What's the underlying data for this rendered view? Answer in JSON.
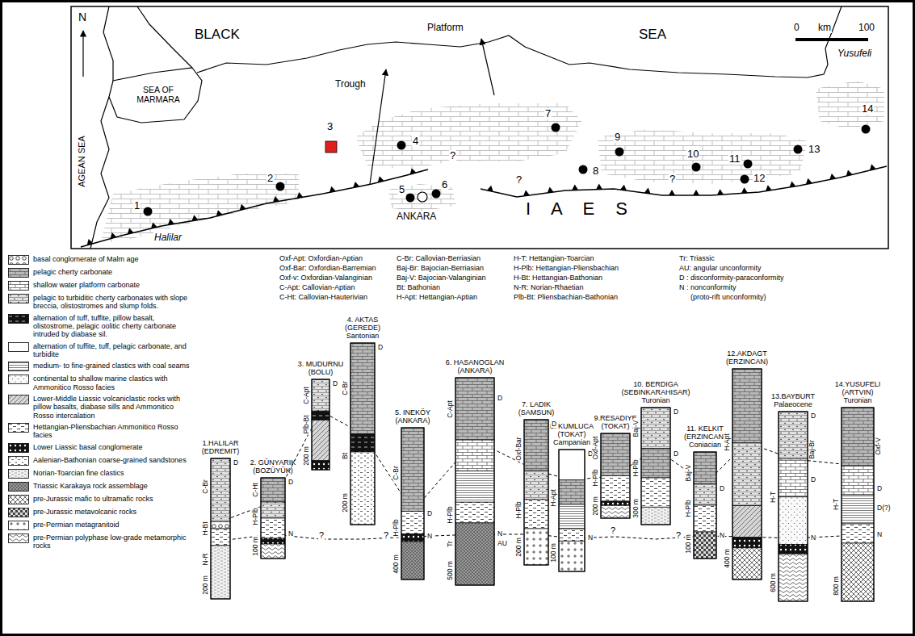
{
  "diagram": {
    "nodes": [
      {
        "text": [
          "1.HALILAR (EDREMIT)"
        ]
      },
      {
        "text": [
          "2. GÜNYARIK (BOZÜYÜK)"
        ]
      },
      {
        "text": [
          "3. MUDURNU (BOLU)"
        ]
      },
      {
        "text": [
          "4. AKTAS (GEREDE)",
          "Santonian"
        ]
      },
      {
        "text": [
          "5. INEKÖY (ANKARA)"
        ]
      },
      {
        "text": [
          "6. HASANOGLAN (ANKARA)"
        ]
      },
      {
        "text": [
          "7. LADIK (SAMSUN)"
        ]
      },
      {
        "text": [
          "8. KUMLUCA (TOKAT)",
          "Campanian"
        ]
      },
      {
        "text": [
          "9.RESADIYE (TOKAT)"
        ]
      },
      {
        "text": [
          "10. BERDIGA (SEBINKARAHISAR)",
          "Turonian"
        ]
      },
      {
        "text": [
          "11. KELKIT (ERZINCAN)",
          "Coniacian"
        ]
      },
      {
        "text": [
          "12.AKDAGT (ERZINCAN)"
        ]
      },
      {
        "text": [
          "13.BAYBURT",
          "Palaeocene"
        ]
      },
      {
        "text": [
          "14.YUSUFELI (ARTVIN)",
          "Turonian"
        ]
      }
    ],
    "labels": [
      "N",
      "BLACK",
      "SEA",
      "0",
      "km",
      "100",
      "SEA OF MARMARA",
      "AGEAN SEA",
      "Trough",
      "Platform",
      "1",
      "2",
      "3",
      "4",
      "5",
      "6",
      "7",
      "8",
      "9",
      "10",
      "11",
      "12",
      "13",
      "14",
      "ANKARA",
      "?",
      "?",
      "?",
      "I A E S",
      "Halilar",
      "Yusufeli",
      "Oxf-Apt: Oxfordian-Aptian",
      "Oxf-Bar: Oxfordian-Barremian",
      "Oxf-v: Oxfordian-Valanginian",
      "C-Apt: Callovian-Aptian",
      "C-Ht: Callovian-Hauterivian",
      "C-Br: Callovian-Berriasian",
      "Baj-Br: Bajocian-Berriasian",
      "Baj-V: Bajocian-Valanginian",
      "Bt: Bathonian",
      "H-Apt: Hettangian-Aptian",
      "H-T: Hettangian-Toarcian",
      "H-Plb: Hettangian-Pliensbachian",
      "H-Bt: Hettangian-Bathonian",
      "N-R: Norian-Rhaetian",
      "Plb-Bt: Pliensbachian-Bathonian",
      "Tr: Triassic",
      "AU: angular unconformity",
      "D : disconformity-paraconformity",
      "N : nonconformity",
      "(proto-rift unconformity)",
      "C-Br",
      "H-Bt",
      "N-R",
      "200 m",
      "D",
      "C-Ht",
      "H-Plb",
      "100 m",
      "D",
      "N",
      "C-Apt",
      "Plb-Bt",
      "200 m",
      "D",
      "C-Br",
      "Bt",
      "200 m",
      "D",
      "C-Br",
      "H-Plb",
      "400 m",
      "D",
      "N",
      "C-Apt",
      "H-Plb",
      "Tr",
      "500 m",
      "D",
      "N",
      "AU",
      "Oxf-Bar",
      "H-Plb",
      "200 m",
      "D",
      "H-Apt",
      "100 m",
      "D",
      "N",
      "Oxf-Apt",
      "H-Plb",
      "200 m",
      "Baj-V",
      "H-Plb",
      "300 m",
      "D",
      "D",
      "Baj-V",
      "H-Plb",
      "100 m",
      "D",
      "N",
      "H-Apt",
      "400 m",
      "Baj-Br",
      "H-T",
      "600 m",
      "D",
      "D",
      "N",
      "Oxf-V",
      "H-T",
      "800 m",
      "D",
      "D(?)",
      "N",
      "?",
      "?",
      "?",
      "?"
    ],
    "legend": [
      {
        "text": "basal conglomerate of Malm age"
      },
      {
        "text": "pelagic cherty carbonate"
      },
      {
        "text": "shallow water platform carbonate"
      },
      {
        "text": "pelagic to turbiditic cherty carbonates with slope breccia, olistostromes and slump folds."
      },
      {
        "text": "alternation of tuff, tuffite, pillow basalt, olistostrome, pelagic oolitic cherty carbonate intruded by diabase sil."
      },
      {
        "text": "alternation of tuffite, tuff, pelagic carbonate, and turbidite"
      },
      {
        "text": "medium- to fine-grained clastics with coal seams"
      },
      {
        "text": "continental to shallow marine clastics with Ammonitico Rosso facies"
      },
      {
        "text": "Lower-Middle Liassic volcaniclastic rocks with pillow basalts, diabase sills and Ammonitico Rosso intercalation"
      },
      {
        "text": "Hettangian-Pliensbachian Ammonitico Rosso facies"
      },
      {
        "text": "Lower Liassic basal conglomerate"
      },
      {
        "text": "Aalenian-Bathonian coarse-grained sandstones"
      },
      {
        "text": "Norian-Toarcian fine clastics"
      },
      {
        "text": "Triassic Karakaya rock assemblage"
      },
      {
        "text": "pre-Jurassic mafic to ultramafic rocks"
      },
      {
        "text": "pre-Jurassic metavolcanic rocks"
      },
      {
        "text": "pre-Permian metagranitoid"
      },
      {
        "text": "pre-Permian polyphase low-grade metamorphic rocks"
      }
    ]
  }
}
